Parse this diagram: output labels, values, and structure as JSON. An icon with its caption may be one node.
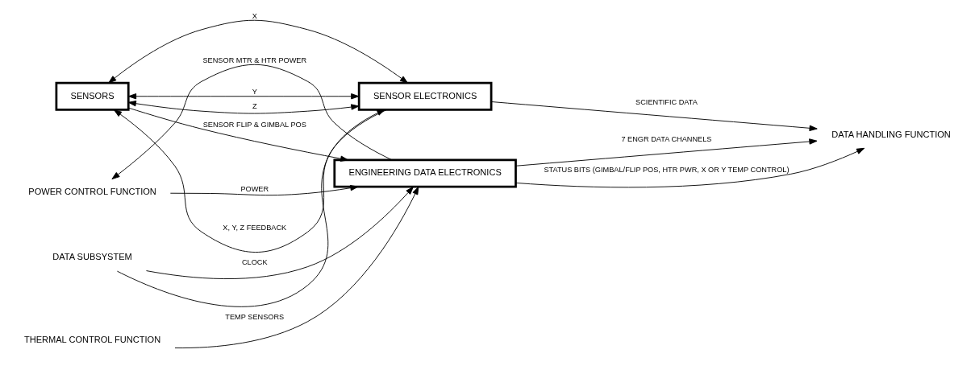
{
  "diagram": {
    "nodes": [
      {
        "text": [
          "POWER CONTROL FUNCTION"
        ]
      },
      {
        "text": [
          "THERMAL CONTROL FUNCTION"
        ]
      },
      {
        "text": [
          "ENGINEERING DATA ELECTRONICS"
        ]
      },
      {
        "text": [
          "SENSORS"
        ]
      },
      {
        "text": [
          "SENSOR ELECTRONICS"
        ]
      },
      {
        "text": [
          "DATA SUBSYSTEM"
        ]
      },
      {
        "text": [
          "DATA HANDLING FUNCTION"
        ]
      }
    ],
    "edges": [
      {
        "from": 0,
        "to": 2,
        "arrow": "to",
        "label": "POWER"
      },
      {
        "from": 2,
        "to": 0,
        "arrow": "to",
        "label": "SENSOR MTR & HTR POWER"
      },
      {
        "from": 1,
        "to": 2,
        "arrow": "to",
        "label": "TEMP SENSORS"
      },
      {
        "from": 3,
        "to": 2,
        "arrow": "to",
        "label": "SENSOR FLIP & GIMBAL POS"
      },
      {
        "from": 5,
        "to": 2,
        "arrow": "to",
        "label": "CLOCK"
      },
      {
        "from": 5,
        "to": 4,
        "arrow": "to"
      },
      {
        "from": 3,
        "to": 4,
        "arrow": "both",
        "label": "X"
      },
      {
        "from": 3,
        "to": 4,
        "arrow": "both",
        "label": "Y"
      },
      {
        "from": 3,
        "to": 4,
        "arrow": "both",
        "label": "Z"
      },
      {
        "from": 4,
        "to": 3,
        "arrow": "to",
        "label": "X, Y, Z FEEDBACK"
      },
      {
        "from": 2,
        "to": 6,
        "arrow": "to",
        "label": "7 ENGR DATA CHANNELS"
      },
      {
        "from": 2,
        "to": 6,
        "arrow": "to",
        "label": "STATUS BITS (GIMBAL/FLIP POS, HTR PWR, X OR Y TEMP CONTROL)"
      },
      {
        "from": 4,
        "to": 6,
        "arrow": "to",
        "label": "SCIENTIFIC DATA"
      }
    ]
  }
}
